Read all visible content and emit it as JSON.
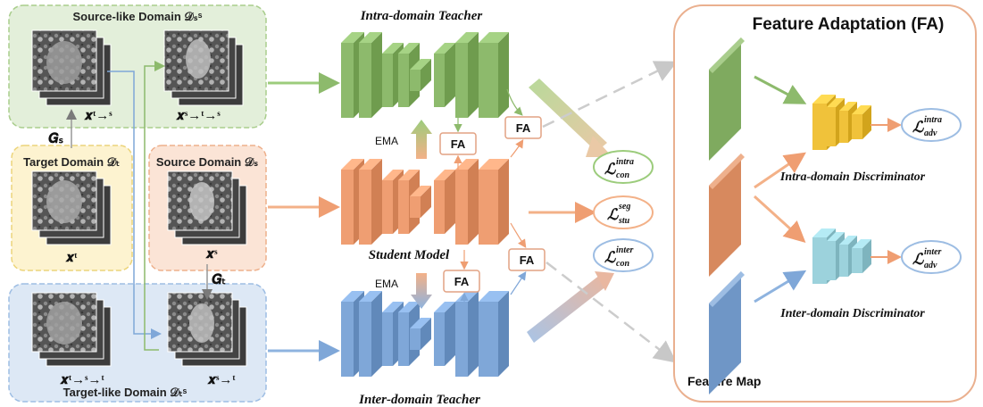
{
  "domains": {
    "source_like": "Source-like Domain 𝒟ₛˢ",
    "target": "Target Domain 𝒟ₜ",
    "source": "Source Domain 𝒟ₛ",
    "target_like": "Target-like Domain 𝒟ₜˢ"
  },
  "image_labels": {
    "x_t_to_s": "𝒙ᵗ→ˢ",
    "x_s_to_t_to_s": "𝒙ˢ→ᵗ→ˢ",
    "x_t": "𝒙ᵗ",
    "x_s": "𝒙ˢ",
    "x_t_to_s_to_t": "𝒙ᵗ→ˢ→ᵗ",
    "x_s_to_t": "𝒙ˢ→ᵗ"
  },
  "generators": {
    "gs": "𝑮ₛ",
    "gt": "𝑮ₜ"
  },
  "models": {
    "intra_teacher": "Intra-domain Teacher",
    "student": "Student Model",
    "inter_teacher": "Inter-domain Teacher"
  },
  "ema": {
    "top": "EMA",
    "bottom": "EMA"
  },
  "fa_boxes": [
    "FA",
    "FA",
    "FA",
    "FA"
  ],
  "losses": {
    "con_intra": "ℒ",
    "con_intra_sup": "intra",
    "con_intra_sub": "con",
    "seg_stu": "ℒ",
    "seg_stu_sup": "seg",
    "seg_stu_sub": "stu",
    "con_inter": "ℒ",
    "con_inter_sup": "inter",
    "con_inter_sub": "con",
    "adv_intra": "ℒ",
    "adv_intra_sup": "intra",
    "adv_intra_sub": "adv",
    "adv_inter": "ℒ",
    "adv_inter_sup": "inter",
    "adv_inter_sub": "adv"
  },
  "fa_panel": {
    "title": "Feature Adaptation (FA)",
    "intra_disc": "Intra-domain Discriminator",
    "inter_disc": "Inter-domain Discriminator",
    "feature_map": "Feature Map"
  },
  "colors": {
    "green": "#8dba6c",
    "orange": "#ef9e72",
    "blue": "#7fa7d8",
    "yellow": "#f0c23a",
    "cyan": "#9cd2dc"
  }
}
